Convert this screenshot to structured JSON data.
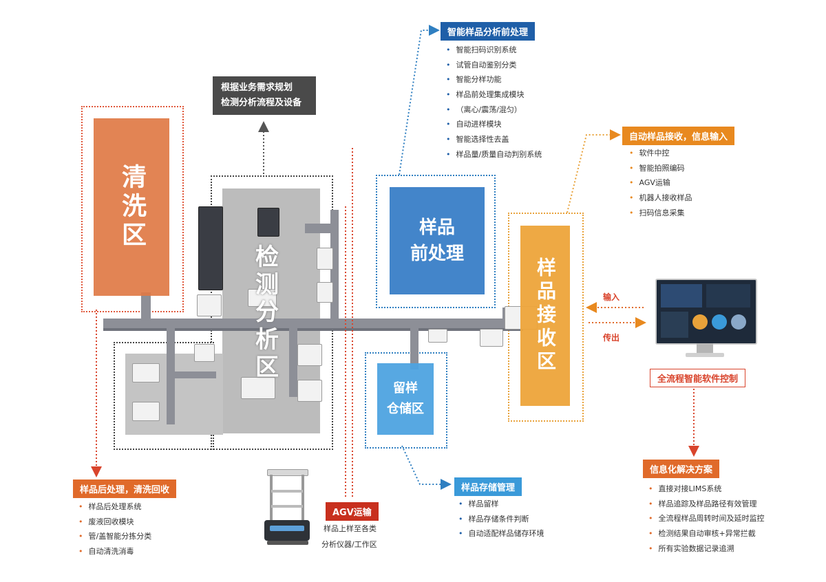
{
  "zones": {
    "cleaning": "清洗区",
    "testing": "检测分析区",
    "pretreat_line1": "样品",
    "pretreat_line2": "前处理",
    "storage_line1": "留样",
    "storage_line2": "仓储区",
    "receiving": "样品接收区"
  },
  "planning": {
    "line1": "根据业务需求规划",
    "line2": "检测分析流程及设备"
  },
  "pretreat_panel": {
    "title": "智能样品分析前处理",
    "items": [
      "智能扫码识别系统",
      "试管自动鉴别分类",
      "智能分样功能",
      "样品前处理集成模块",
      "（离心/震荡/混匀）",
      "自动进样模块",
      "智能选择性去盖",
      "样品量/质量自动判别系统"
    ]
  },
  "receive_panel": {
    "title": "自动样品接收，信息输入",
    "items": [
      "软件中控",
      "智能拍照编码",
      "AGV运输",
      "机器人接收样品",
      "扫码信息采集"
    ]
  },
  "post_panel": {
    "title": "样品后处理，清洗回收",
    "items": [
      "样品后处理系统",
      "废液回收模块",
      "管/盖智能分拣分类",
      "自动清洗消毒"
    ]
  },
  "agv_panel": {
    "title": "AGV运输",
    "line1": "样品上样至各类",
    "line2": "分析仪器/工作区"
  },
  "storage_panel": {
    "title": "样品存储管理",
    "items": [
      "样品留样",
      "样品存储条件判断",
      "自动适配样品储存环境"
    ]
  },
  "software": {
    "label": "全流程智能软件控制",
    "input": "输入",
    "output": "传出"
  },
  "info_panel": {
    "title": "信息化解决方案",
    "items": [
      "直接对接LIMS系统",
      "样品追踪及样品路径有效管理",
      "全流程样品周转时间及延时监控",
      "检测结果自动审核+异常拦截",
      "所有实验数据记录追溯"
    ]
  },
  "colors": {
    "cleaning": "#e07a45",
    "testing": "#b8b8b8",
    "pretreat": "#2f78c4",
    "storage": "#4ea3e0",
    "receiving": "#eda43a",
    "blue_tag": "#1f5fa8",
    "orange_tag": "#e8891f",
    "red_tag": "#d9442c"
  },
  "icons": [
    "agv-robot-icon",
    "monitor-icon",
    "arrow-icon"
  ]
}
